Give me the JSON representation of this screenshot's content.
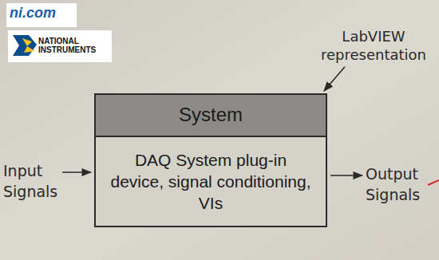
{
  "diagram": {
    "nodes": [
      {
        "text": [
          "System",
          "DAQ System plug-in device, signal conditioning, VIs"
        ]
      }
    ],
    "labels": [
      "ni.com",
      "NATIONAL INSTRUMENTS",
      "LabVIEW representation",
      "Input Signals",
      "Output Signals"
    ]
  }
}
